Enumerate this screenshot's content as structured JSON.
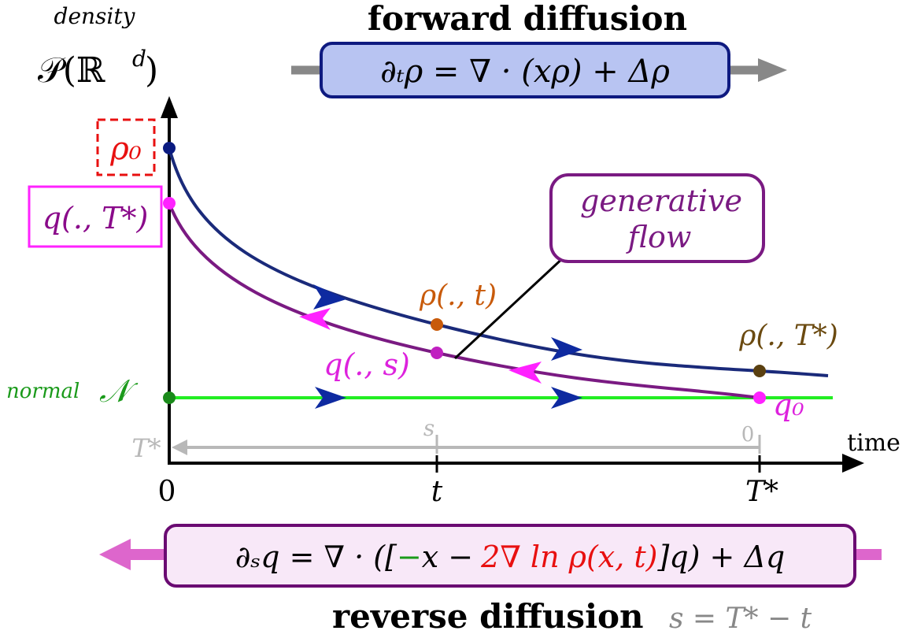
{
  "header": {
    "y_label": "density",
    "space_symbol": "𝒫(ℝ",
    "space_exp": "d",
    "space_close": ")"
  },
  "forward": {
    "title": "forward diffusion",
    "equation": "∂ₜρ = ∇ · (xρ) + Δρ"
  },
  "reverse": {
    "title": "reverse diffusion",
    "relation": "s = T* − t",
    "eq_part1": "∂ₛq = ∇ · ([",
    "eq_minus": "−",
    "eq_x": "x −",
    "eq_red": "2∇ ln ρ(x, t)",
    "eq_part2": "]q) + Δq"
  },
  "labels": {
    "rho0": "ρ₀",
    "q_T": "q(., T*)",
    "normal_word": "normal",
    "normal_symbol": "𝒩",
    "rho_t": "ρ(., t)",
    "q_s": "q(., s)",
    "rho_T": "ρ(., T*)",
    "q0": "q₀",
    "generative_line1": "generative",
    "generative_line2": "flow"
  },
  "axis": {
    "time_label": "time",
    "tick_0": "0",
    "tick_t": "t",
    "tick_T": "T*",
    "rev_T": "T*",
    "rev_s": "s",
    "rev_0": "0"
  },
  "colors": {
    "forward_curve": "#1a2a7a",
    "reverse_curve": "#7a1a82",
    "normal_line": "#22ee22",
    "magenta": "#ff22ff",
    "rho0_red": "#e81010",
    "rho_t_orange": "#c85a0a",
    "rho_T_brown": "#6b4a10",
    "normal_green": "#1a9a1a",
    "forward_box": "#b8c4f2",
    "reverse_box": "#f8e8f8",
    "grey": "#b8b8b8"
  }
}
